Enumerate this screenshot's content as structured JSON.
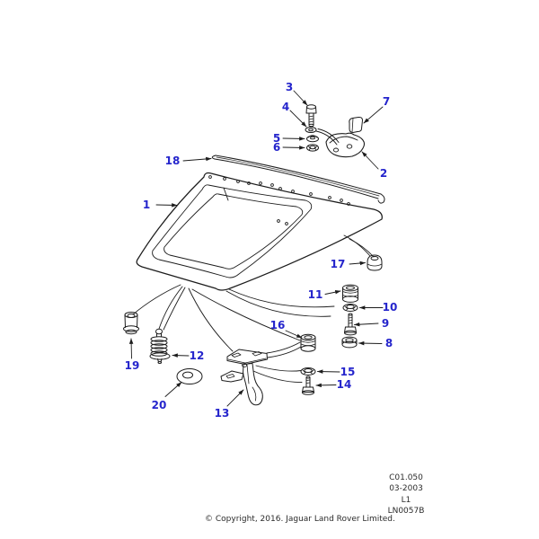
{
  "callouts": [
    {
      "number": "1"
    },
    {
      "number": "2"
    },
    {
      "number": "3"
    },
    {
      "number": "4"
    },
    {
      "number": "5"
    },
    {
      "number": "6"
    },
    {
      "number": "7"
    },
    {
      "number": "8"
    },
    {
      "number": "9"
    },
    {
      "number": "10"
    },
    {
      "number": "11"
    },
    {
      "number": "12"
    },
    {
      "number": "13"
    },
    {
      "number": "14"
    },
    {
      "number": "15"
    },
    {
      "number": "16"
    },
    {
      "number": "17"
    },
    {
      "number": "18"
    },
    {
      "number": "19"
    },
    {
      "number": "20"
    }
  ],
  "footer": {
    "ref_lines": [
      "C01.050",
      "03-2003",
      "L1",
      "LN0057B"
    ],
    "copyright": "© Copyright, 2016. Jaguar Land Rover Limited."
  },
  "colors": {
    "callout_blue": "#2525cc",
    "line_black": "#1c1c1c",
    "background": "#ffffff"
  }
}
